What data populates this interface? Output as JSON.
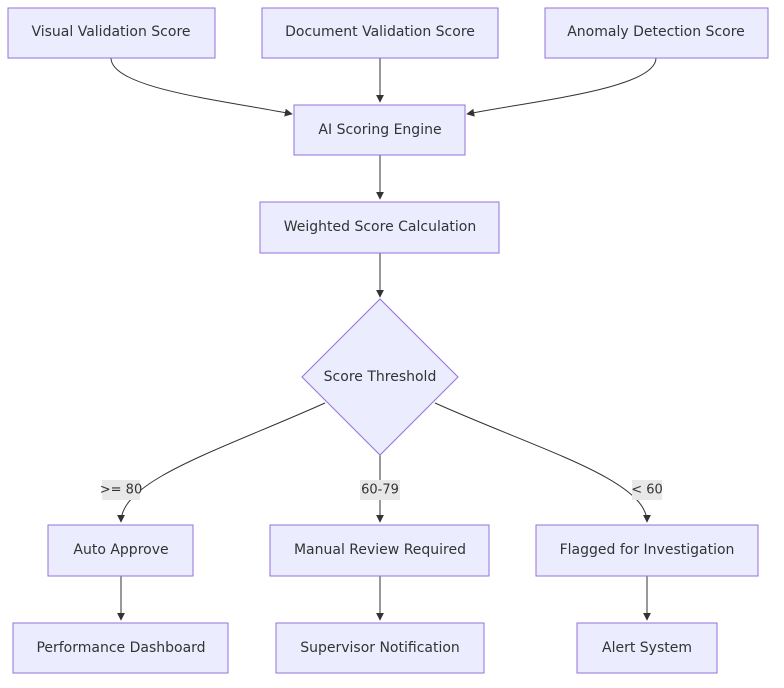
{
  "colors": {
    "node_fill": "#ECECFF",
    "node_stroke": "#9370DB",
    "edge": "#333333",
    "label_bg": "#E8E8E8"
  },
  "nodes": {
    "visual_validation": "Visual Validation Score",
    "document_validation": "Document Validation Score",
    "anomaly_detection": "Anomaly Detection Score",
    "ai_scoring": "AI Scoring Engine",
    "weighted_score": "Weighted Score Calculation",
    "score_threshold": "Score Threshold",
    "auto_approve": "Auto Approve",
    "manual_review": "Manual Review Required",
    "flagged": "Flagged for Investigation",
    "performance_dashboard": "Performance Dashboard",
    "supervisor_notification": "Supervisor Notification",
    "alert_system": "Alert System"
  },
  "edge_labels": {
    "high": ">= 80",
    "mid": "60-79",
    "low": "< 60"
  }
}
